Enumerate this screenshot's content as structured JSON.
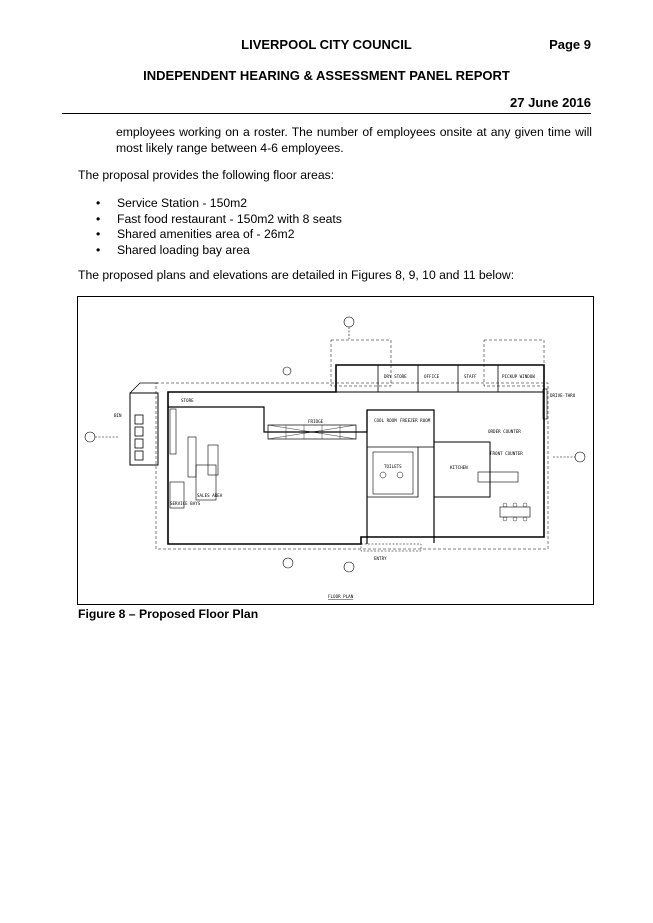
{
  "header": {
    "council": "LIVERPOOL CITY COUNCIL",
    "page": "Page 9",
    "report_title": "INDEPENDENT HEARING & ASSESSMENT PANEL REPORT",
    "date": "27 June 2016"
  },
  "body": {
    "continued_paragraph": "employees working on a roster. The number of employees onsite at any given time will most likely range between 4-6 employees.",
    "intro": "The proposal provides the following floor areas:",
    "floor_areas": [
      "Service Station - 150m2",
      "Fast food restaurant - 150m2 with 8 seats",
      "Shared amenities area of - 26m2",
      "Shared loading bay area"
    ],
    "plans_sentence": "The proposed plans and elevations are detailed in Figures 8, 9, 10 and 11 below:"
  },
  "figure": {
    "caption": "Figure 8 – Proposed Floor Plan",
    "plan_title": "FLOOR PLAN",
    "labels": {
      "store": "STORE",
      "fridge": "FRIDGE",
      "cool_room": "COOL ROOM",
      "freezer": "FREEZER ROOM",
      "dry_store": "DRY STORE",
      "office": "OFFICE",
      "staff": "STAFF",
      "pickup": "PICKUP WINDOW",
      "drive_thru": "DRIVE-THRU",
      "order": "ORDER COUNTER",
      "kitchen": "KITCHEN",
      "front_counter": "FRONT COUNTER",
      "toilets": "TOILETS",
      "sales": "SALES AREA",
      "service": "SERVICE BAYS",
      "entry": "ENTRY",
      "bin": "BIN"
    }
  }
}
